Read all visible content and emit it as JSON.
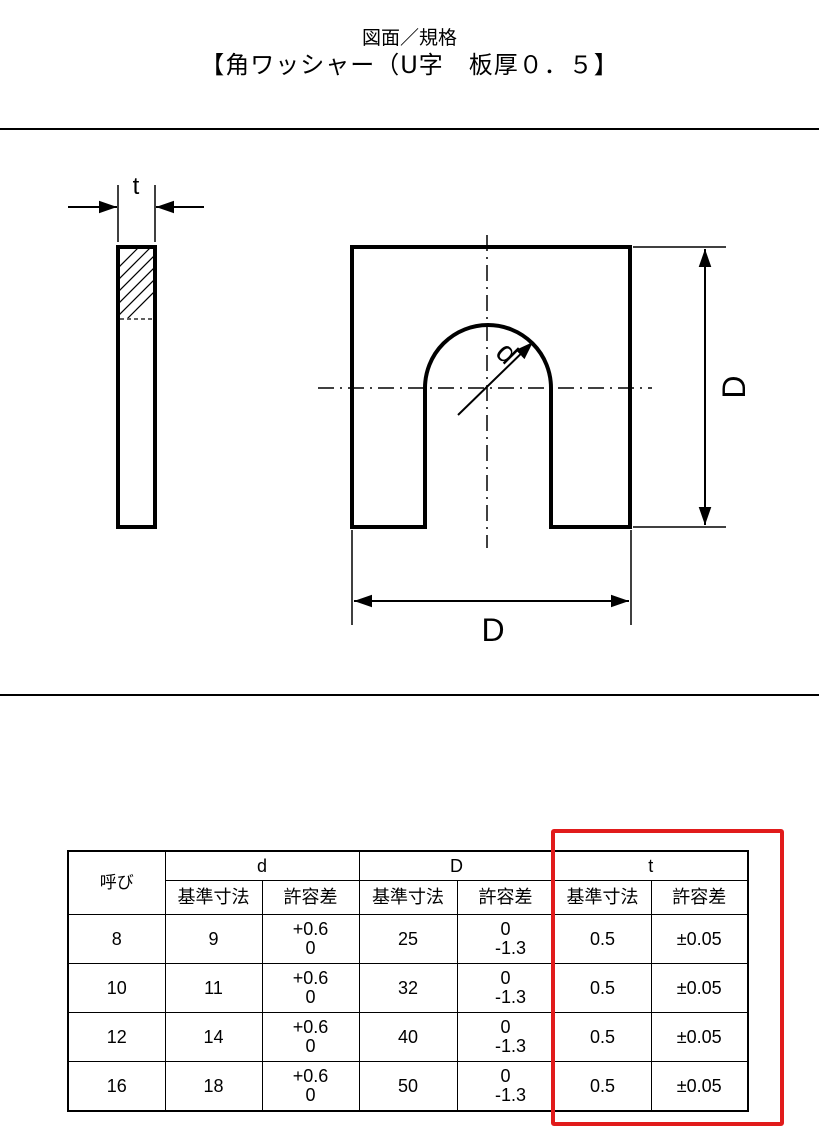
{
  "header": {
    "subtitle": "図面／規格",
    "title": "【角ワッシャー（U字　板厚０．５】"
  },
  "drawing": {
    "label_t": "t",
    "label_d": "d",
    "label_D_vertical": "D",
    "label_D_horizontal": "D"
  },
  "table": {
    "corner": "呼び",
    "groups": [
      "d",
      "D",
      "t"
    ],
    "subheads": [
      "基準寸法",
      "許容差",
      "基準寸法",
      "許容差",
      "基準寸法",
      "許容差"
    ],
    "rows": [
      {
        "nominal": "8",
        "d_base": "9",
        "d_tol_upper": "+0.6",
        "d_tol_lower": "0",
        "D_base": "25",
        "D_tol_upper": "0",
        "D_tol_lower": "-1.3",
        "t_base": "0.5",
        "t_tol": "±0.05"
      },
      {
        "nominal": "10",
        "d_base": "11",
        "d_tol_upper": "+0.6",
        "d_tol_lower": "0",
        "D_base": "32",
        "D_tol_upper": "0",
        "D_tol_lower": "-1.3",
        "t_base": "0.5",
        "t_tol": "±0.05"
      },
      {
        "nominal": "12",
        "d_base": "14",
        "d_tol_upper": "+0.6",
        "d_tol_lower": "0",
        "D_base": "40",
        "D_tol_upper": "0",
        "D_tol_lower": "-1.3",
        "t_base": "0.5",
        "t_tol": "±0.05"
      },
      {
        "nominal": "16",
        "d_base": "18",
        "d_tol_upper": "+0.6",
        "d_tol_lower": "0",
        "D_base": "50",
        "D_tol_upper": "0",
        "D_tol_lower": "-1.3",
        "t_base": "0.5",
        "t_tol": "±0.05"
      }
    ]
  },
  "colors": {
    "highlight": "#e11b1b",
    "line": "#000000",
    "background": "#ffffff"
  }
}
